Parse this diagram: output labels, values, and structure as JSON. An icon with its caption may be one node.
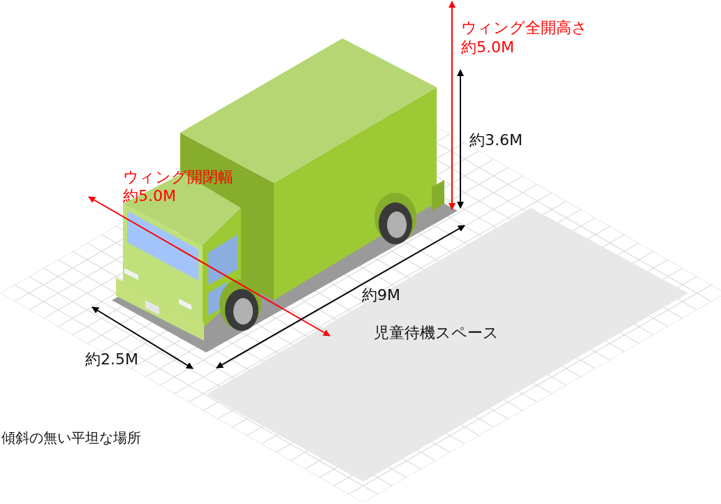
{
  "diagram": {
    "nodes": [
      {
        "text": [
          "児童待機スペース"
        ]
      }
    ],
    "labels": [
      "ウィング全開高さ",
      "約5.0M",
      "約3.6M",
      "ウィング開閉幅",
      "約5.0M",
      "約9M",
      "約2.5M",
      "傾斜の無い平坦な場所"
    ]
  }
}
